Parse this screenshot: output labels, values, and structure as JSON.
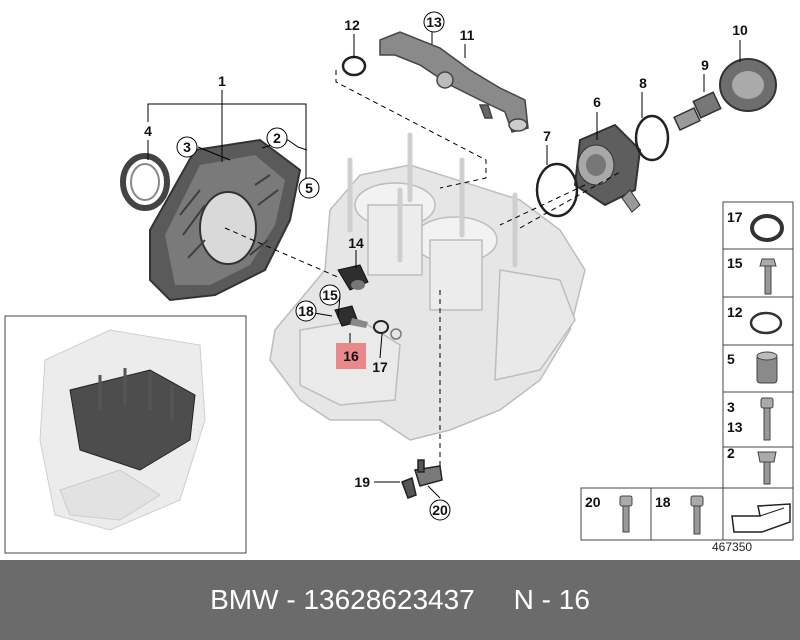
{
  "diagram": {
    "callouts": {
      "c1": "1",
      "c2": "2",
      "c3": "3",
      "c4": "4",
      "c5": "5",
      "c6": "6",
      "c7": "7",
      "c8": "8",
      "c9": "9",
      "c10": "10",
      "c11": "11",
      "c12": "12",
      "c13": "13",
      "c14": "14",
      "c15": "15",
      "c16": "16",
      "c17": "17",
      "c18": "18",
      "c19": "19",
      "c20": "20"
    },
    "legend": {
      "r17": "17",
      "r15": "15",
      "r12": "12",
      "r5": "5",
      "r3": "3",
      "r13": "13",
      "r2": "2",
      "b20": "20",
      "b18": "18"
    },
    "doc_number": "467350",
    "highlight_color": "#e8888a"
  },
  "footer": {
    "brand": "BMW",
    "part_number": "13628623437",
    "position": "N - 16",
    "separator": " - "
  }
}
